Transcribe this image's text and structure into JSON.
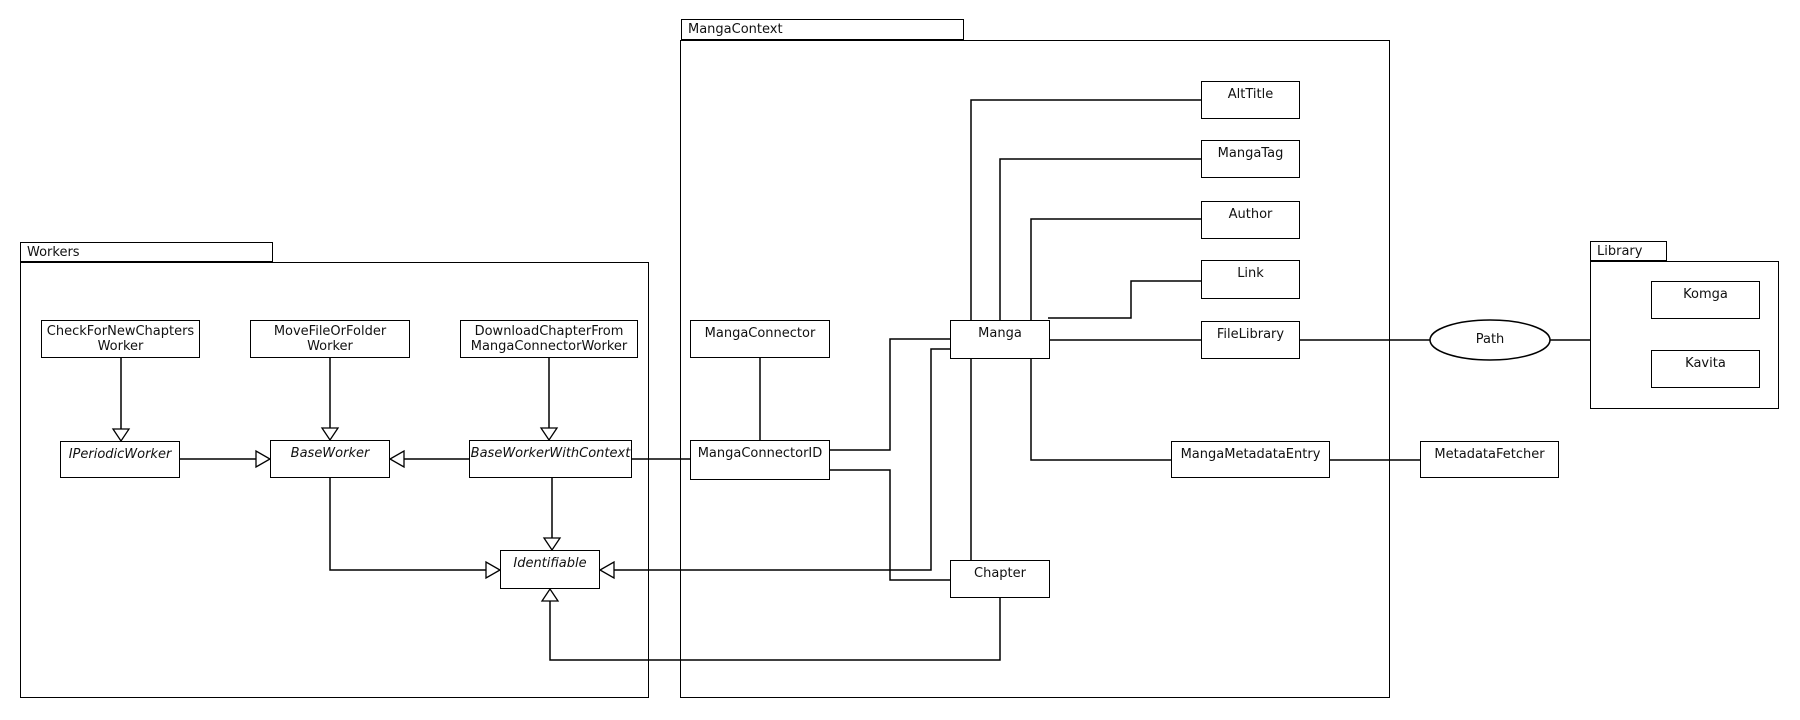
{
  "diagram_title": "Manga worker/context UML package diagram",
  "packages": {
    "workers": {
      "label": "Workers"
    },
    "mangaContext": {
      "label": "MangaContext"
    },
    "library": {
      "label": "Library"
    }
  },
  "nodes": {
    "checkForNewChaptersWorker": {
      "line1": "CheckForNewChapters",
      "line2": "Worker"
    },
    "moveFileOrFolderWorker": {
      "line1": "MoveFileOrFolder",
      "line2": "Worker"
    },
    "downloadChapterFromMangaConnectorWorker": {
      "line1": "DownloadChapterFrom",
      "line2": "MangaConnectorWorker"
    },
    "iPeriodicWorker": {
      "label": "IPeriodicWorker",
      "italic": true
    },
    "baseWorker": {
      "label": "BaseWorker",
      "italic": true
    },
    "baseWorkerWithContext": {
      "label": "BaseWorkerWithContext",
      "italic": true
    },
    "identifiable": {
      "label": "Identifiable",
      "italic": true
    },
    "mangaConnector": {
      "label": "MangaConnector"
    },
    "mangaConnectorId": {
      "label": "MangaConnectorID"
    },
    "manga": {
      "label": "Manga"
    },
    "chapter": {
      "label": "Chapter"
    },
    "altTitle": {
      "label": "AltTitle"
    },
    "mangaTag": {
      "label": "MangaTag"
    },
    "author": {
      "label": "Author"
    },
    "link": {
      "label": "Link"
    },
    "fileLibrary": {
      "label": "FileLibrary"
    },
    "mangaMetadataEntry": {
      "label": "MangaMetadataEntry"
    },
    "metadataFetcher": {
      "label": "MetadataFetcher"
    },
    "path": {
      "label": "Path",
      "shape": "ellipse"
    },
    "komga": {
      "label": "Komga"
    },
    "kavita": {
      "label": "Kavita"
    }
  },
  "edges": [
    {
      "from": "CheckForNewChaptersWorker",
      "to": "IPeriodicWorker",
      "type": "inheritance"
    },
    {
      "from": "MoveFileOrFolderWorker",
      "to": "BaseWorker",
      "type": "inheritance"
    },
    {
      "from": "DownloadChapterFromMangaConnectorWorker",
      "to": "BaseWorkerWithContext",
      "type": "inheritance"
    },
    {
      "from": "IPeriodicWorker",
      "to": "BaseWorker",
      "type": "inheritance"
    },
    {
      "from": "BaseWorkerWithContext",
      "to": "BaseWorker",
      "type": "inheritance"
    },
    {
      "from": "BaseWorker",
      "to": "Identifiable",
      "type": "inheritance"
    },
    {
      "from": "BaseWorkerWithContext",
      "to": "Identifiable",
      "type": "inheritance"
    },
    {
      "from": "Manga",
      "to": "Identifiable",
      "type": "inheritance"
    },
    {
      "from": "Chapter",
      "to": "Identifiable",
      "type": "inheritance"
    },
    {
      "from": "BaseWorkerWithContext",
      "to": "MangaConnectorID",
      "type": "association"
    },
    {
      "from": "MangaConnector",
      "to": "MangaConnectorID",
      "type": "association"
    },
    {
      "from": "MangaConnectorID",
      "to": "Manga",
      "type": "association"
    },
    {
      "from": "MangaConnectorID",
      "to": "Chapter",
      "type": "association"
    },
    {
      "from": "Manga",
      "to": "AltTitle",
      "type": "association"
    },
    {
      "from": "Manga",
      "to": "MangaTag",
      "type": "association"
    },
    {
      "from": "Manga",
      "to": "Author",
      "type": "association"
    },
    {
      "from": "Manga",
      "to": "Link",
      "type": "association"
    },
    {
      "from": "Manga",
      "to": "FileLibrary",
      "type": "association"
    },
    {
      "from": "Manga",
      "to": "Chapter",
      "type": "association"
    },
    {
      "from": "Manga",
      "to": "MangaMetadataEntry",
      "type": "association"
    },
    {
      "from": "FileLibrary",
      "to": "Path",
      "type": "association"
    },
    {
      "from": "Path",
      "to": "Library",
      "type": "association"
    },
    {
      "from": "MangaMetadataEntry",
      "to": "MetadataFetcher",
      "type": "association"
    }
  ],
  "colors": {
    "stroke": "#000000",
    "background": "#ffffff"
  }
}
